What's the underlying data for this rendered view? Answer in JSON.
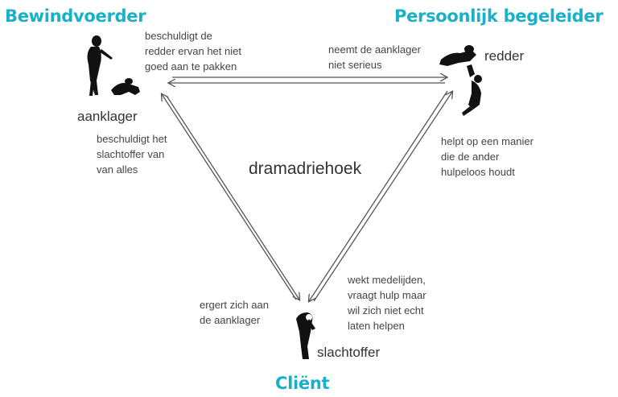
{
  "headers": {
    "left": "Bewindvoerder",
    "right": "Persoonlijk begeleider",
    "bottom": "Cliënt"
  },
  "roles": {
    "aanklager": "aanklager",
    "redder": "redder",
    "slachtoffer": "slachtoffer"
  },
  "center_title": "dramadriehoek",
  "notes": {
    "top_left": "beschuldigt de\nredder ervan het niet\ngoed aan te pakken",
    "top_right": "neemt de aanklager\nniet serieus",
    "left": "beschuldigt het\nslachtoffer van\nvan alles",
    "right": "helpt op een manier\ndie de ander\nhulpeloos houdt",
    "bottom_left": "ergert zich aan\nde aanklager",
    "bottom_right": "wekt medelijden,\nvraagt hulp maar\nwil zich niet echt\nlaten helpen"
  },
  "colors": {
    "header": "#1ab0c8",
    "arrow": "#555555"
  },
  "icons": [
    "aanklager-figures-icon",
    "redder-figures-icon",
    "slachtoffer-figure-icon"
  ]
}
